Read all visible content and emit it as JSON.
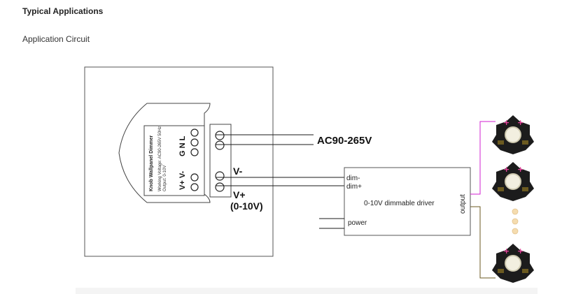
{
  "header": {
    "title": "Typical Applications",
    "subtitle": "Application Circuit"
  },
  "panel": {
    "device_title": "Knob Wallpanel Dimmer",
    "device_spec_line1": "Working Voltage: AC90-265V 50Hz",
    "device_spec_line2": "Output: 0-10V",
    "terminal_power": "G N L",
    "terminal_signal": "V+ V-"
  },
  "wiring": {
    "ac_label": "AC90-265V",
    "vminus_label": "V-",
    "vplus_label": "V+",
    "range_label": "(0-10V)"
  },
  "driver": {
    "dim_minus": "dim-",
    "dim_plus": "dim+",
    "name": "0-10V dimmable driver",
    "output": "output",
    "power": "power"
  },
  "colors": {
    "wire": "#1a1a1a",
    "led_positive_wire": "#d21fd2",
    "led_negative_wire": "#6b5a20",
    "led_body": "#1c1c1c",
    "led_core": "#f2efe0",
    "led_mark": "#e6419b",
    "dots": "#f5dcaf"
  }
}
